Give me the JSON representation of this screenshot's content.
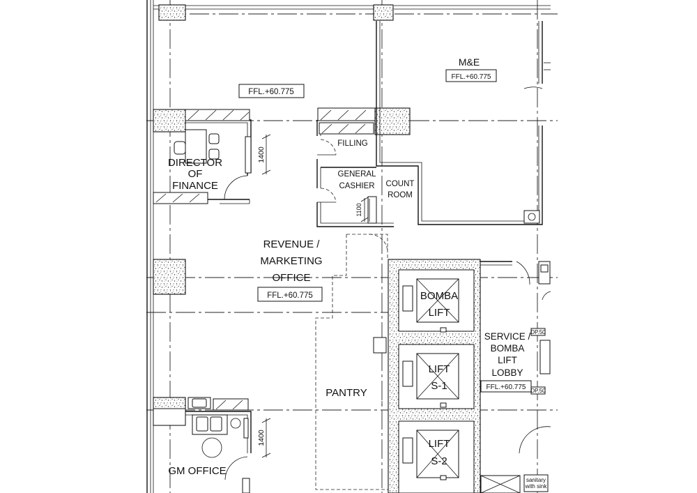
{
  "rooms": {
    "director": [
      "DIRECTOR",
      "OF",
      "FINANCE"
    ],
    "filling": "FILLING",
    "general_cashier": [
      "GENERAL",
      "CASHIER"
    ],
    "count_room": [
      "COUNT",
      "ROOM"
    ],
    "me": "M&E",
    "revenue": [
      "REVENUE /",
      "MARKETING",
      "OFFICE"
    ],
    "pantry": "PANTRY",
    "bomba_lift": [
      "BOMBA",
      "LIFT"
    ],
    "lift_s1": [
      "LIFT",
      "S-1"
    ],
    "lift_s2": [
      "LIFT",
      "S-2"
    ],
    "service_lobby": [
      "SERVICE /",
      "BOMBA",
      "LIFT",
      "LOBBY"
    ],
    "gm_office": "GM OFFICE"
  },
  "levels": {
    "top_office": "FFL.+60.775",
    "me": "FFL.+60.775",
    "revenue": "FFL.+60.775",
    "lobby": "FFL.+60.775"
  },
  "dimensions": {
    "director_door": "1400",
    "cashier_door": "1100",
    "gm_door": "1400"
  },
  "tags": {
    "dp50_a": "DP.50",
    "dp50_b": "DP.50",
    "sanitary": [
      "sanitary",
      "with sink"
    ]
  }
}
